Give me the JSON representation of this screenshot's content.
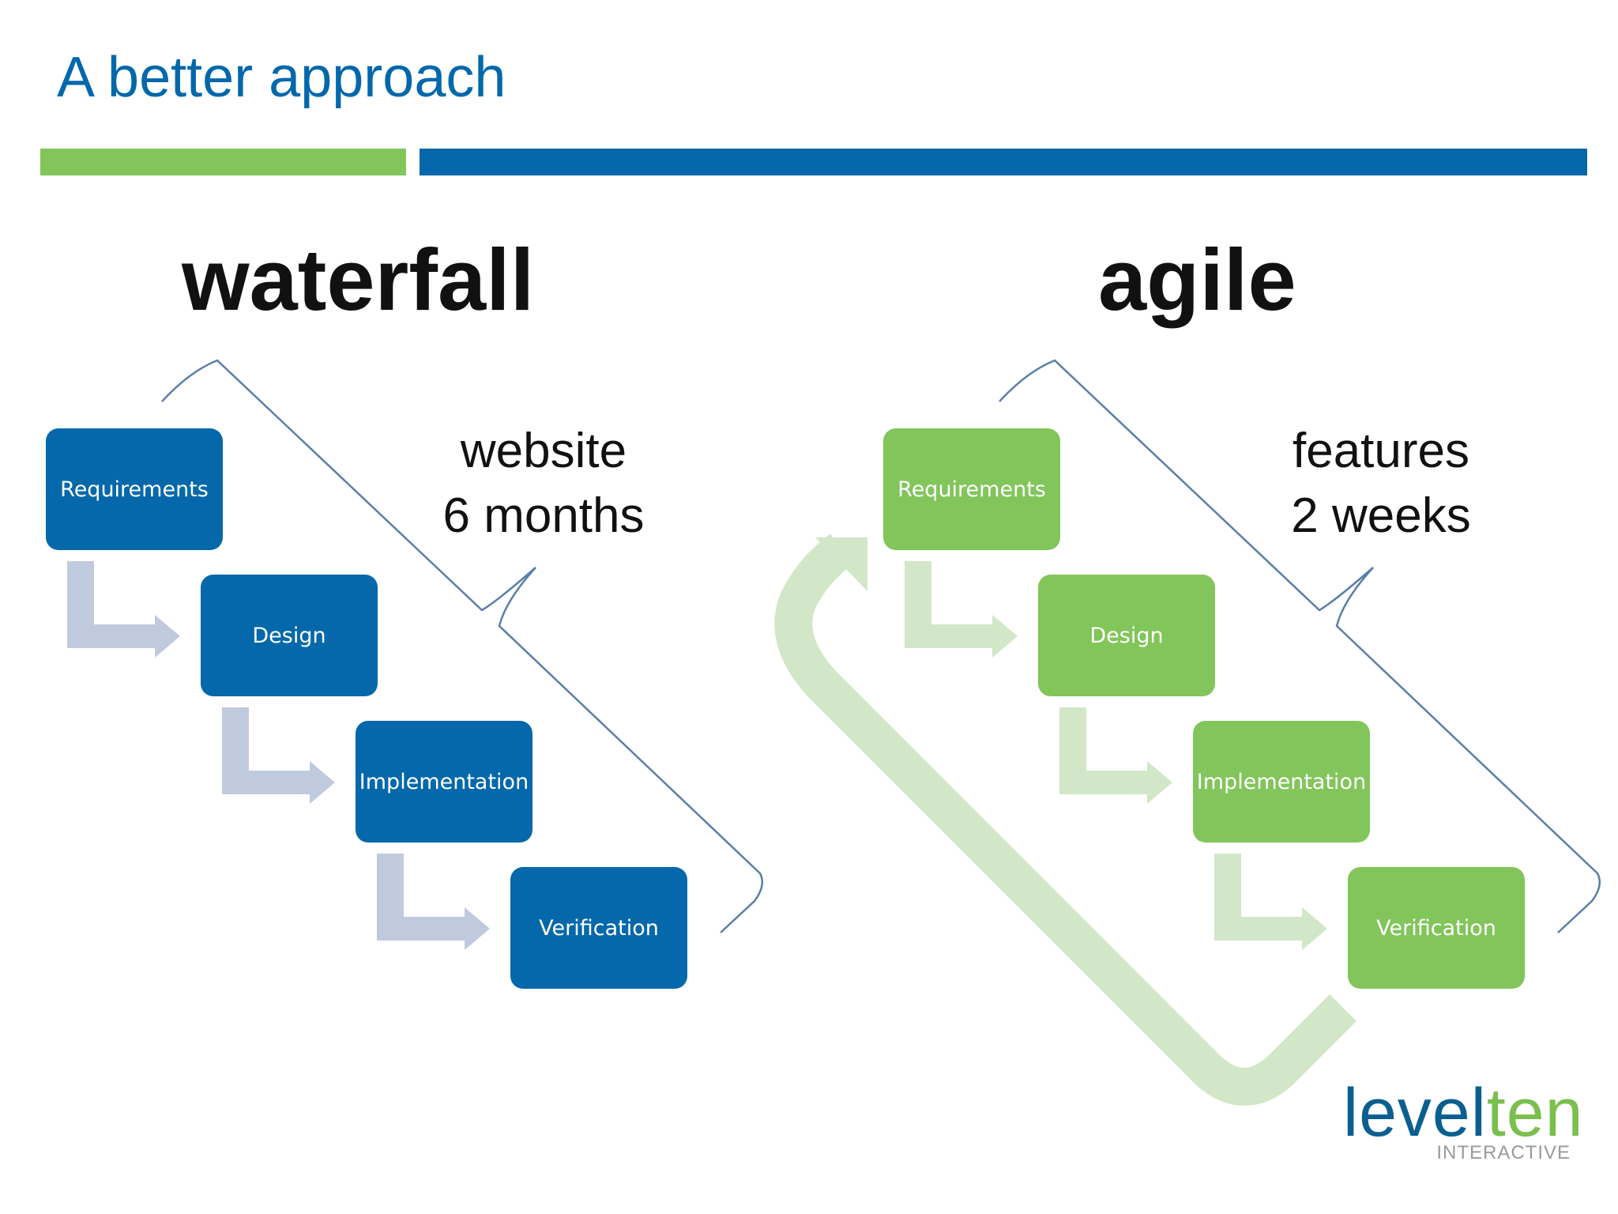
{
  "slide": {
    "title": "A better approach",
    "colors": {
      "blue": "#0568aa",
      "green": "#82c55b",
      "arrow_blue": "#c0cade",
      "arrow_green": "#d1e7c7",
      "bracket": "#5a7fa8"
    }
  },
  "waterfall": {
    "heading": "waterfall",
    "scope_line1": "website",
    "scope_line2": "6 months",
    "steps": [
      "Requirements",
      "Design",
      "Implementation",
      "Verification"
    ]
  },
  "agile": {
    "heading": "agile",
    "scope_line1": "features",
    "scope_line2": "2 weeks",
    "steps": [
      "Requirements",
      "Design",
      "Implementation",
      "Verification"
    ]
  },
  "logo": {
    "main_part1": "level",
    "main_part2": "ten",
    "sub": "INTERACTIVE"
  }
}
